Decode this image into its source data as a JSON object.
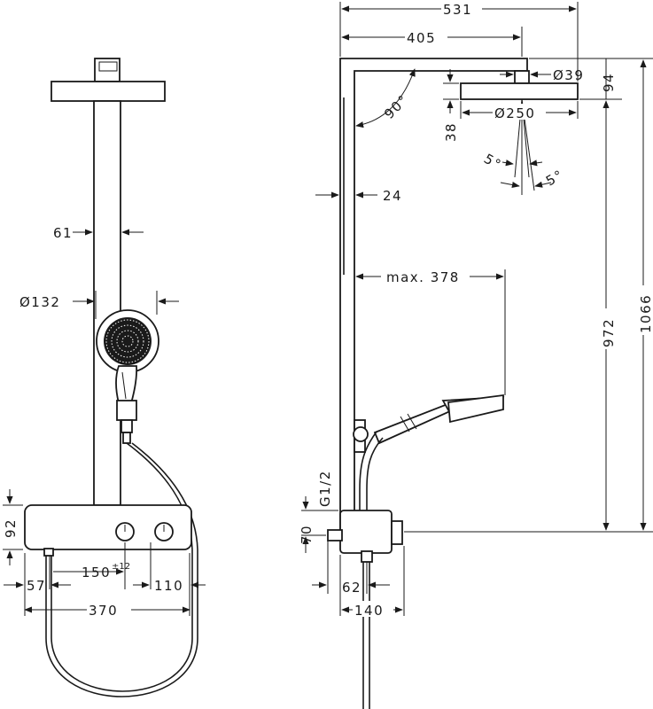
{
  "front_view": {
    "dims": {
      "d61": "61",
      "d132": "Ø132",
      "d92": "92",
      "d57": "57",
      "d150": "150",
      "d150_tol": "±12",
      "d110": "110",
      "d370": "370"
    }
  },
  "side_view": {
    "dims": {
      "d531": "531",
      "d405": "405",
      "d39": "Ø39",
      "d94": "94",
      "angle90": "90°",
      "d250": "Ø250",
      "d38": "38",
      "angle5a": "5°",
      "angle5b": "5°",
      "d24": "24",
      "max378": "max. 378",
      "d972": "972",
      "d1066": "1066",
      "g12": "G1/2",
      "d70": "70",
      "d62": "62",
      "d140": "140"
    }
  }
}
